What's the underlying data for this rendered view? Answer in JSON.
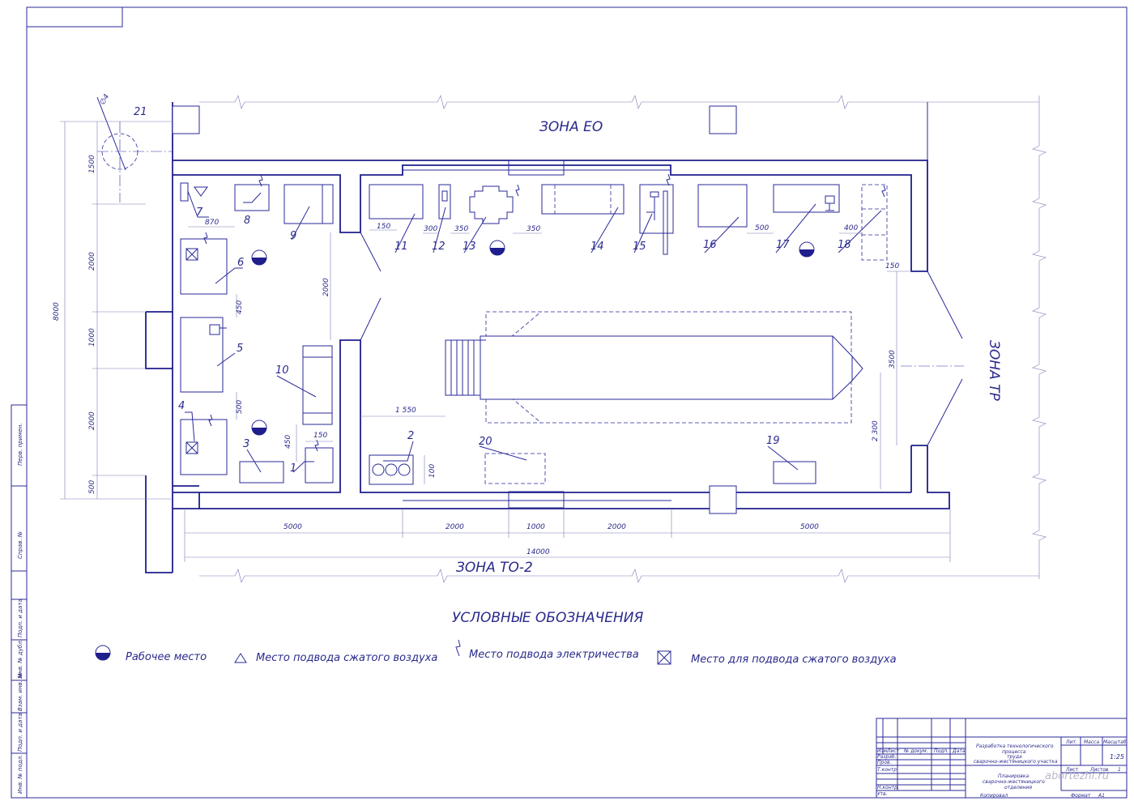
{
  "zones": {
    "eo": "ЗОНА ЕО",
    "tr": "ЗОНА ТР",
    "to2": "ЗОНА ТО-2"
  },
  "equipment_numbers": [
    "1",
    "2",
    "3",
    "4",
    "5",
    "6",
    "7",
    "8",
    "9",
    "10",
    "11",
    "12",
    "13",
    "14",
    "15",
    "16",
    "17",
    "18",
    "19",
    "20",
    "21"
  ],
  "dimensions": {
    "d870": "870",
    "d150a": "150",
    "d300": "300",
    "d350a": "350",
    "d350b": "350",
    "d500a": "500",
    "d400": "400",
    "d150b": "150",
    "d2000v": "2000",
    "d450a": "450",
    "d500b": "500",
    "d450b": "450",
    "d150c": "150",
    "d1550": "1 550",
    "d100": "100",
    "d3500": "3500",
    "d2300": "2 300",
    "d8000": "8000",
    "d1500": "1500",
    "d2000l1": "2000",
    "d1000l": "1000",
    "d2000l2": "2000",
    "d500l": "500",
    "d5000a": "5000",
    "d2000a": "2000",
    "d1000b": "1000",
    "d2000b": "2000",
    "d5000b": "5000",
    "d14000": "14000",
    "dphi4": "∅4"
  },
  "legend": {
    "title": "УСЛОВНЫЕ ОБОЗНАЧЕНИЯ",
    "items": [
      {
        "label": "Рабочее место",
        "icon": "half-filled-circle"
      },
      {
        "label": "Место подвода сжатого воздуха",
        "icon": "triangle"
      },
      {
        "label": "Место подвода электричества",
        "icon": "lightning-bolt"
      },
      {
        "label": "Место для подвода сжатого воздуха",
        "icon": "crossed-square"
      }
    ]
  },
  "side_stamp": [
    "Перв. примен.",
    "Справ. №",
    "Подп. и дата",
    "Инв. № дубл.",
    "Взам. инв. №",
    "Подп. и дата",
    "Инв. № подл."
  ],
  "title_block": {
    "document_title": [
      "Разработка технологического",
      "процесса",
      "труда",
      "сварочно-жестяницкого участка"
    ],
    "sheet_title": [
      "Планировка",
      "сварочно-жестяницкого",
      "отделения"
    ],
    "col_headers": [
      "Изм.",
      "Лист",
      "№ докум.",
      "Подп.",
      "Дата"
    ],
    "row_labels": [
      "Разраб.",
      "Пров.",
      "Т.контр.",
      "Н.контр.",
      "Утв."
    ],
    "lit": "Лит.",
    "mass": "Масса",
    "scale_label": "Масштаб",
    "scale": "1:25",
    "sheet": "Лист",
    "sheets": "Листов",
    "sheets_value": "1",
    "copied": "Копировал",
    "format_label": "Формат",
    "format": "А1"
  },
  "watermark": "abortezhi.ru",
  "colors": {
    "line": "#2a2a9a",
    "text": "#2a2a8c",
    "background": "#ffffff"
  }
}
